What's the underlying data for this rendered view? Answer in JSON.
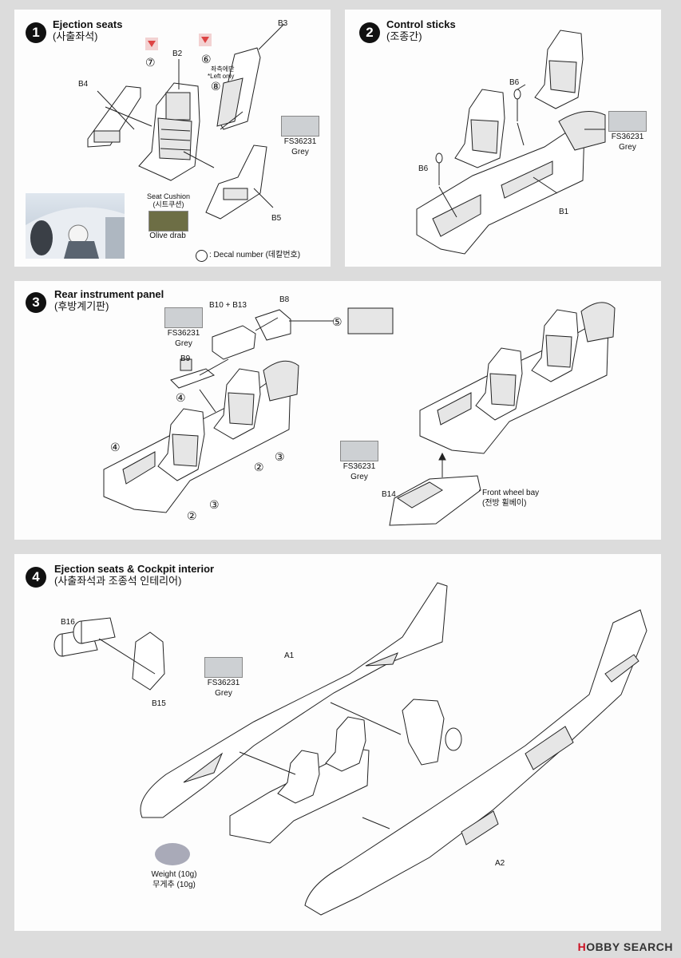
{
  "colors": {
    "fs36231_grey": "#cdd0d3",
    "olive_drab": "#6d6e45",
    "weight_disc": "#a9aab8"
  },
  "step1": {
    "number": "1",
    "title": "Ejection seats",
    "title_kr": "(사출좌석)",
    "parts": {
      "b2": "B2",
      "b3": "B3",
      "b4": "B4",
      "b5": "B5"
    },
    "callouts": {
      "c7": "⑦",
      "c6": "⑥",
      "c8": "⑧"
    },
    "left_only_note_kr": "좌측에만",
    "left_only_note": "*Left only",
    "grey_code": "FS36231",
    "grey_name": "Grey",
    "seat_cushion": "Seat Cushion",
    "seat_cushion_kr": "(시트쿠션)",
    "olive": "Olive drab",
    "decal_legend": ": Decal number (데칼번호)"
  },
  "step2": {
    "number": "2",
    "title": "Control sticks",
    "title_kr": "(조종간)",
    "parts": {
      "b6a": "B6",
      "b6b": "B6",
      "b1": "B1"
    },
    "grey_code": "FS36231",
    "grey_name": "Grey"
  },
  "step3": {
    "number": "3",
    "title": "Rear instrument panel",
    "title_kr": "(후방계기판)",
    "parts": {
      "b10b13": "B10 + B13",
      "b8": "B8",
      "b9": "B9",
      "b14": "B14"
    },
    "callouts": {
      "c5": "⑤",
      "c4a": "④",
      "c4b": "④",
      "c2a": "②",
      "c2b": "②",
      "c3a": "③",
      "c3b": "③"
    },
    "grey_code": "FS36231",
    "grey_name": "Grey",
    "grey2_code": "FS36231",
    "grey2_name": "Grey",
    "wheel_bay": "Front wheel bay",
    "wheel_bay_kr": "(전방 휠베이)"
  },
  "step4": {
    "number": "4",
    "title": "Ejection seats & Cockpit interior",
    "title_kr": "(사출좌석과 조종석 인테리어)",
    "parts": {
      "b16": "B16",
      "b15": "B15",
      "a1": "A1",
      "a2": "A2"
    },
    "grey_code": "FS36231",
    "grey_name": "Grey",
    "weight": "Weight (10g)",
    "weight_kr": "무게추 (10g)"
  },
  "footer": {
    "brand_mark": "H",
    "brand_rest": "OBBY SEARCH"
  }
}
